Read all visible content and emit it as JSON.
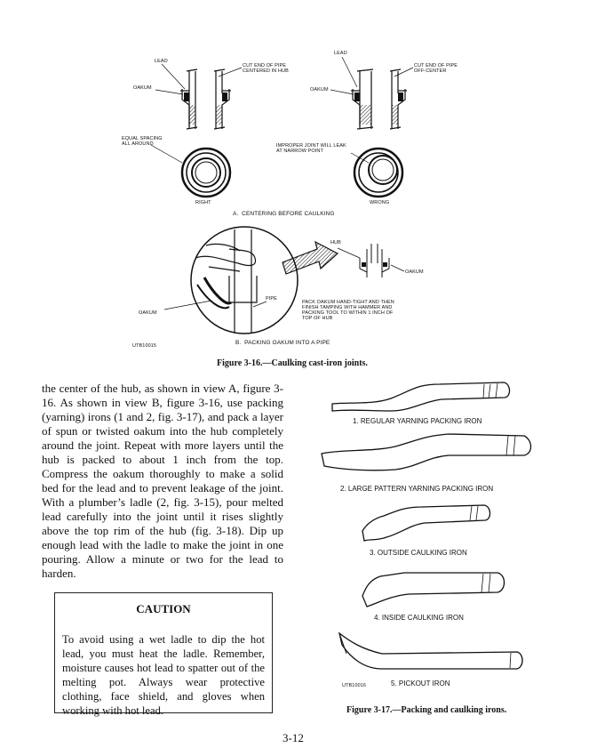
{
  "figure_3_16": {
    "view_a": {
      "left": {
        "lead": "LEAD",
        "cut_end": "CUT END OF PIPE\nCENTERED IN HUB",
        "oakum": "OAKUM",
        "equal_spacing": "EQUAL SPACING\nALL AROUND",
        "right": "RIGHT"
      },
      "right": {
        "lead": "LEAD",
        "cut_end": "CUT END OF PIPE\nOFF-CENTER",
        "oakum": "OAKUM",
        "improper": "IMPROPER JOINT WILL LEAK\nAT NARROW POINT",
        "wrong": "WRONG"
      },
      "caption": "A.  CENTERING BEFORE CAULKING"
    },
    "view_b": {
      "hub": "HUB",
      "oakum_right": "OAKUM",
      "pipe": "PIPE",
      "oakum_left": "OAKUM",
      "instruction": "PACK OAKUM HAND-TIGHT AND THEN\nFINISH TAMPING WITH HAMMER AND\nPACKING TOOL TO WITHIN 1 INCH OF\nTOP OF HUB",
      "code": "UTB10015",
      "caption": "B.  PACKING OAKUM INTO A PIPE"
    },
    "title": "Figure 3-16.—Caulking cast-iron joints."
  },
  "body_paragraph": "the center of the hub, as shown in view A, figure 3-16. As shown in view B, figure 3-16, use packing (yarning) irons (1 and 2, fig. 3-17), and pack a layer of spun or twisted oakum into the hub completely around the joint. Repeat with more layers until the hub is packed to about 1 inch from the top. Compress the oakum thoroughly to make a solid bed for the lead and to prevent leakage of the joint. With a plumber’s ladle (2, fig. 3-15), pour melted lead carefully into the joint until it rises slightly above the top rim of the hub (fig. 3-18). Dip up enough lead with the ladle to make the joint in one pouring. Allow a minute or two for the lead to harden.",
  "caution": {
    "title": "CAUTION",
    "text": "To avoid using a wet ladle to dip the hot lead, you must heat the ladle. Remember, moisture causes hot lead to spatter out of the melting pot. Always wear protective clothing, face shield, and gloves when working with hot lead."
  },
  "figure_3_17": {
    "tools": [
      "1.  REGULAR YARNING PACKING IRON",
      "2.  LARGE PATTERN YARNING PACKING IRON",
      "3.  OUTSIDE CAULKING IRON",
      "4.  INSIDE CAULKING IRON",
      "5.  PICKOUT IRON"
    ],
    "code": "UTB10016",
    "title": "Figure 3-17.—Packing and caulking irons."
  },
  "page_number": "3-12"
}
